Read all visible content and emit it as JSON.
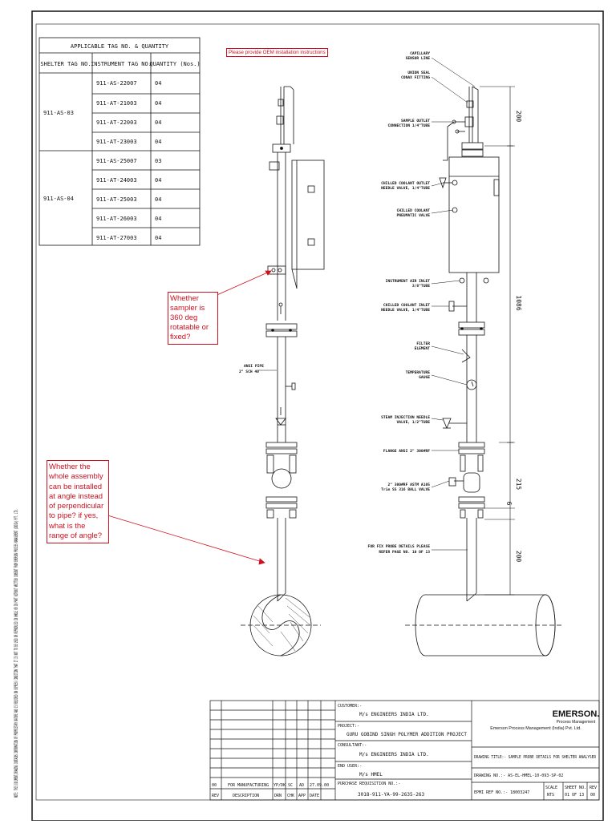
{
  "tag_table": {
    "title": "APPLICABLE TAG NO. & QUANTITY",
    "headers": [
      "SHELTER TAG NO.",
      "INSTRUMENT TAG NO.",
      "QUANTITY (Nos.)"
    ],
    "groups": [
      {
        "shelter": "911-AS-03",
        "rows": [
          {
            "tag": "911-AS-22007",
            "qty": "04"
          },
          {
            "tag": "911-AT-21003",
            "qty": "04"
          },
          {
            "tag": "911-AT-22003",
            "qty": "04"
          },
          {
            "tag": "911-AT-23003",
            "qty": "04"
          }
        ]
      },
      {
        "shelter": "911-AS-04",
        "rows": [
          {
            "tag": "911-AS-25007",
            "qty": "03"
          },
          {
            "tag": "911-AT-24003",
            "qty": "04"
          },
          {
            "tag": "911-AT-25003",
            "qty": "04"
          },
          {
            "tag": "911-AT-26003",
            "qty": "04"
          },
          {
            "tag": "911-AT-27003",
            "qty": "04"
          }
        ]
      }
    ]
  },
  "notes": {
    "oem": "Please provide OEM installation instructions",
    "rotatable": "Whether sampler is 360 deg rotatable or fixed?",
    "angle": "Whether the whole assembly can be installed at angle instead of perpendicular to pipe? if yes, what is the range of angle?"
  },
  "left_labels": {
    "pipe": [
      "ANSI PIPE",
      "2\" SCH 40"
    ]
  },
  "right_labels": {
    "capillary": [
      "CAPILLARY",
      "SENSOR LINE"
    ],
    "union": [
      "UNION SEAL",
      "CONAX FITTING"
    ],
    "sample_outlet": [
      "SAMPLE OUTLET",
      "CONNECTION 1/4\"TUBE"
    ],
    "chilled_needle": [
      "CHILLED COOLANT OUTLET",
      "NEEDLE VALVE, 1/4\"TUBE"
    ],
    "chilled_pneu": [
      "CHILLED COOLANT",
      "PNEUMATIC VALVE"
    ],
    "air_inlet": [
      "INSTRUMENT AIR INLET",
      "3/8\"TUBE"
    ],
    "chilled_inlet": [
      "CHILLED COOLANT INLET",
      "NEEDLE VALVE, 1/4\"TUBE"
    ],
    "filter": [
      "FILTER",
      "ELEMENT"
    ],
    "temp": [
      "TEMPERATURE",
      "GAUGE"
    ],
    "steam": [
      "STEAM INJECTION NEEDLE",
      "VALVE, 1/2\"TUBE"
    ],
    "flange": [
      "FLANGE ANSI 2\" 300#RF"
    ],
    "ball": [
      "2\" 300#RF ASTM A105",
      "Trim SS 316 BALL VALVE"
    ],
    "fix_probe": [
      "FOR FIX PROBE DETAILS PLEASE",
      "REFER PAGE NO. 10 OF 13"
    ]
  },
  "dimensions": {
    "d200_top": "200",
    "d1086": "1086",
    "d215": "215",
    "d6": "6",
    "d200_bot": "200"
  },
  "title_block": {
    "customer_label": "CUSTOMER:-",
    "customer": "M/s ENGINEERS INDIA LTD.",
    "project_label": "PROJECT:-",
    "project": "GURU GOBIND SINGH POLYMER ADDITION PROJECT",
    "consultant_label": "CONSULTANT:-",
    "consultant": "M/s ENGINEERS INDIA LTD.",
    "enduser_label": "END USER:-",
    "enduser": "M/s HMEL",
    "company_logo": "EMERSON.",
    "company_sub": "Process Management",
    "company_name": "Emerson Process Management (India) Pvt. Ltd.",
    "drawing_title": "DRAWING TITLE:- SAMPLE PROBE DETAILS FOR SHELTER ANALYSER",
    "drawing_no": "DRAWING NO.:- AS-EL-HMEL-10-093-SP-02",
    "epmi_ref": "EPMI REF NO.:- 18003247",
    "purchase_label": "PURCHASE REQUISITION NO.:-",
    "purchase_no": "3018-911-YA-99-2635-263",
    "scale_label": "SCALE",
    "scale": "NTS",
    "sheet_label": "SHEET NO.",
    "sheet": "01 OF 13",
    "rev_label": "REV",
    "rev": "00",
    "rev_row": [
      "00",
      "FOR MANUFACTURING",
      "YP/DK",
      "SC",
      "AD",
      "27.09.00"
    ],
    "rev_head": [
      "REV",
      "DESCRIPTION",
      "DRN",
      "CHK",
      "APP",
      "DATE"
    ]
  },
  "side_note": "NOTE: THIS DOCUMENT/DRAWING CONTAINS INFORMATION OF PROPRIETARY NATURE AND IS REQUIRED ON EXPRESS CONDITION THAT IT IS NOT TO BE USED OR REPRODUCED IN WHOLE OR IN PART WITHOUT WRITTEN CONSENT FROM EMERSON PROCESS MANAGEMENT (INDIA) PVT. LTD."
}
